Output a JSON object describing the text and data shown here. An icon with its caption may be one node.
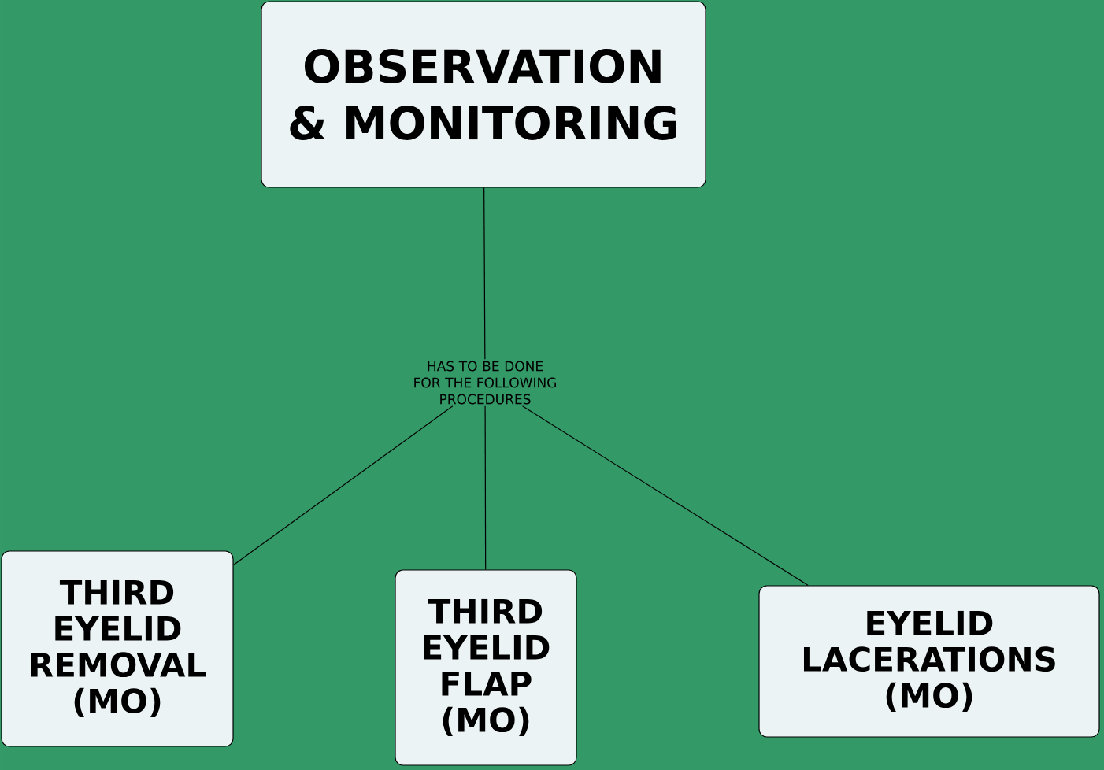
{
  "diagram": {
    "nodes": [
      {
        "text": [
          "OBSERVATION & MONITORING"
        ]
      },
      {
        "text": [
          "HAS TO BE DONE FOR THE FOLLOWING PROCEDURES"
        ]
      },
      {
        "text": [
          "THIRD EYELID REMOVAL (MO)"
        ]
      },
      {
        "text": [
          "THIRD EYELID FLAP (MO)"
        ]
      },
      {
        "text": [
          "EYELID LACERATIONS (MO)"
        ]
      }
    ],
    "edges": [
      {
        "from": 0,
        "to": 1,
        "arrow": "none"
      },
      {
        "from": 1,
        "to": 2,
        "arrow": "none"
      },
      {
        "from": 1,
        "to": 3,
        "arrow": "none"
      },
      {
        "from": 1,
        "to": 4,
        "arrow": "none"
      }
    ]
  }
}
